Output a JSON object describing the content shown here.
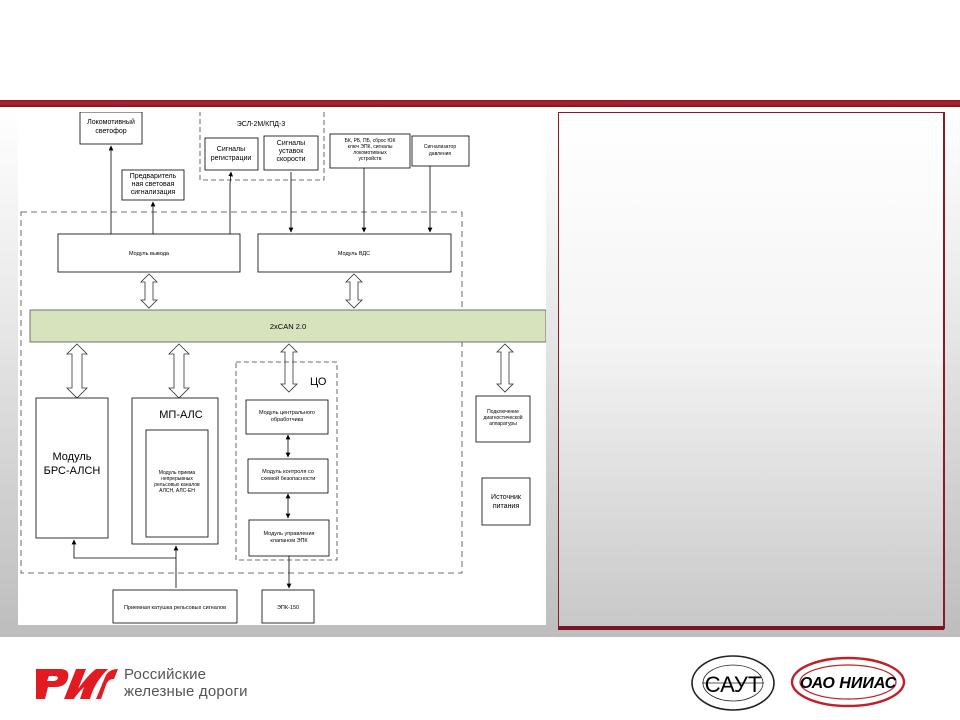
{
  "diagram": {
    "lok_svetofor": [
      "Локомотивный",
      "светофор"
    ],
    "predvar": [
      "Предваритель",
      "ная световая",
      "сигнализация"
    ],
    "esl_group": "ЭСЛ-2М/КПД-3",
    "signaly_reg": [
      "Сигналы",
      "регистрации"
    ],
    "signaly_ust": [
      "Сигналы",
      "уставок",
      "скорости"
    ],
    "bk_signals": [
      "БК, РБ, ПБ, сброс ЮК",
      "ключ ЭПК, сигналы",
      "локомотивных",
      "устройств"
    ],
    "signalizator": [
      "Сигнализатор",
      "давления"
    ],
    "modul_vyvoda": "Модуль вывода",
    "modul_vds": "Модуль ВДС",
    "can_bus": "2xCAN 2.0",
    "modul_brs": [
      "Модуль",
      "БРС-АЛСН"
    ],
    "mp_als": "МП-АЛС",
    "modul_priema": [
      "Модуль приема",
      "непрерывных",
      "рельсовых каналов",
      "АЛСН, АЛС-ЕН"
    ],
    "co_label": "ЦО",
    "co_module1": [
      "Модуль центрального",
      "обработчика"
    ],
    "co_module2": [
      "Модуль  контроля  со",
      "схемой  безопасности"
    ],
    "co_module3": [
      "Модуль  управления",
      "клапаном  ЭПК"
    ],
    "podkl_diag": [
      "Подключение",
      "диагностической",
      "аппаратуры"
    ],
    "istochnik": [
      "Источник",
      "питания"
    ],
    "katushka": "Приемная катушка рельсовых сигналов",
    "epk150": "ЭПК-150"
  },
  "footer": {
    "rzd_name": [
      "Российские",
      "железные дороги"
    ],
    "sau_logo": "САУТ",
    "niias_logo": "ОАО НИИАС"
  },
  "colors": {
    "brand_red": "#b42232",
    "bus_fill": "#d6e3bc"
  }
}
